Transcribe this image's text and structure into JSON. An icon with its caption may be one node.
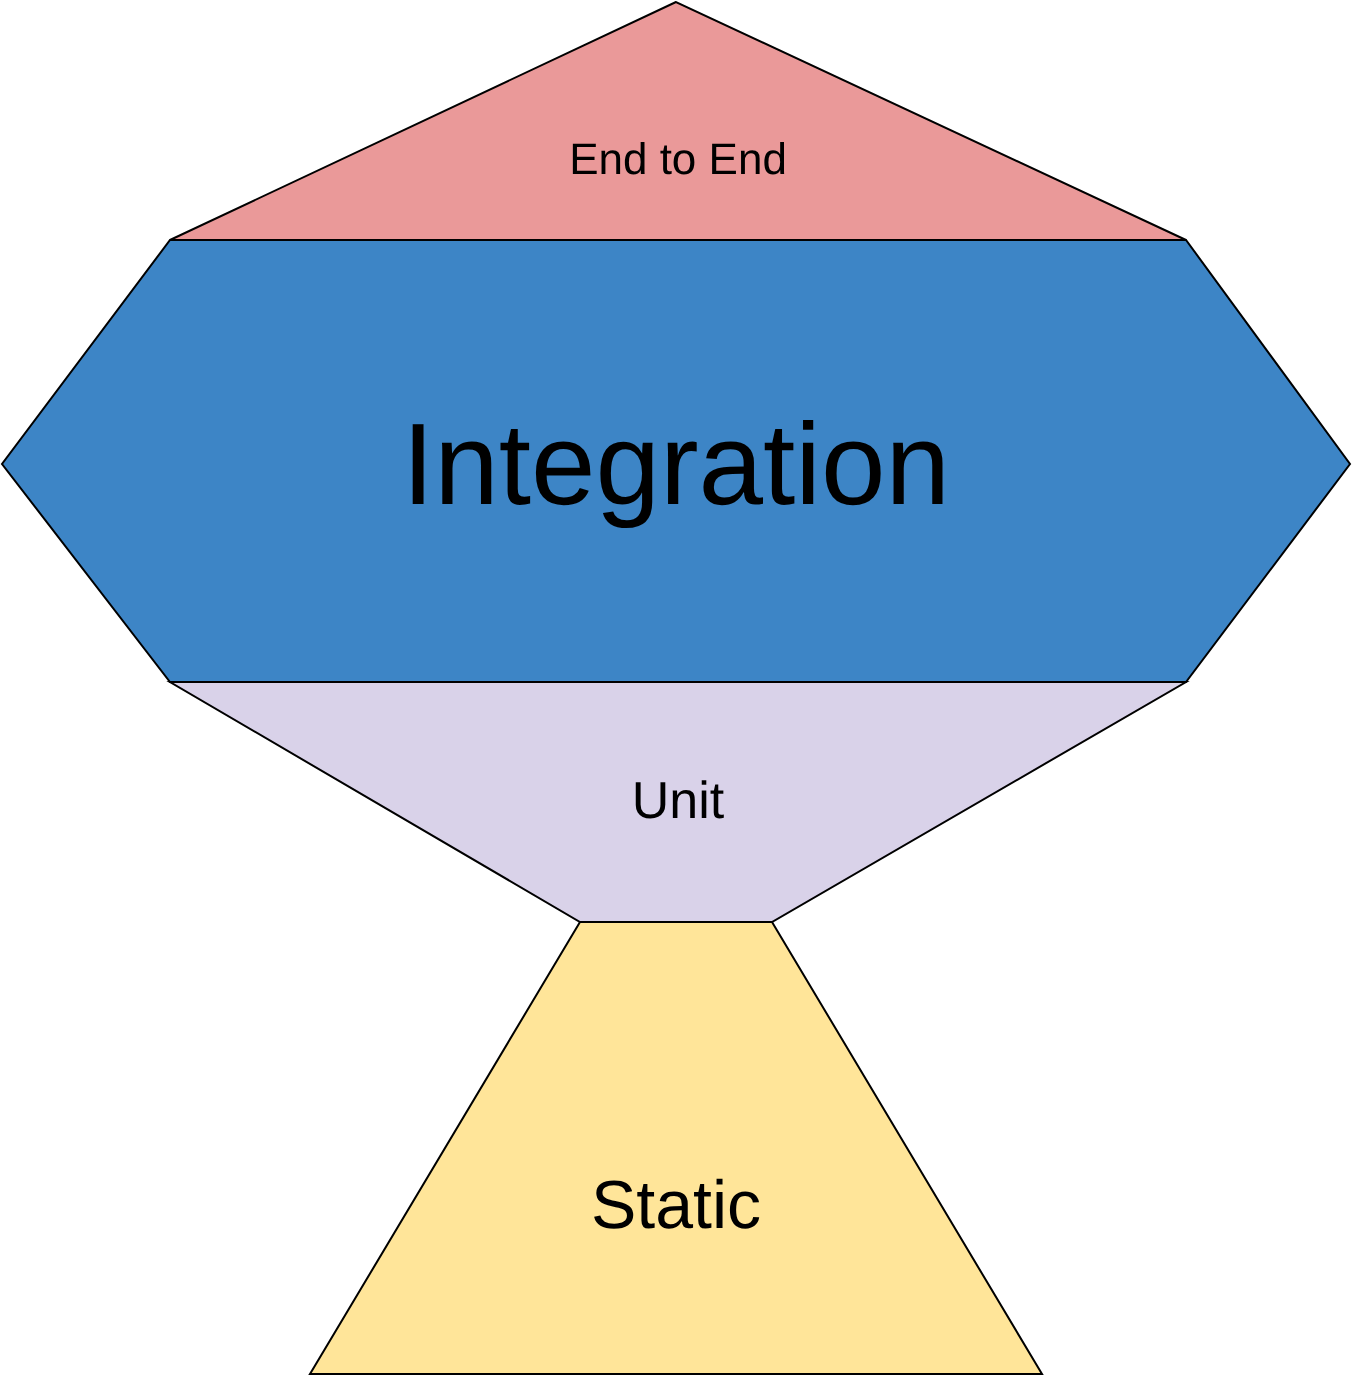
{
  "diagram": {
    "nodes": [
      {
        "text": [
          "End to End"
        ]
      },
      {
        "text": [
          "Integration"
        ]
      },
      {
        "text": [
          "Unit"
        ]
      },
      {
        "text": [
          "Static"
        ]
      }
    ]
  }
}
